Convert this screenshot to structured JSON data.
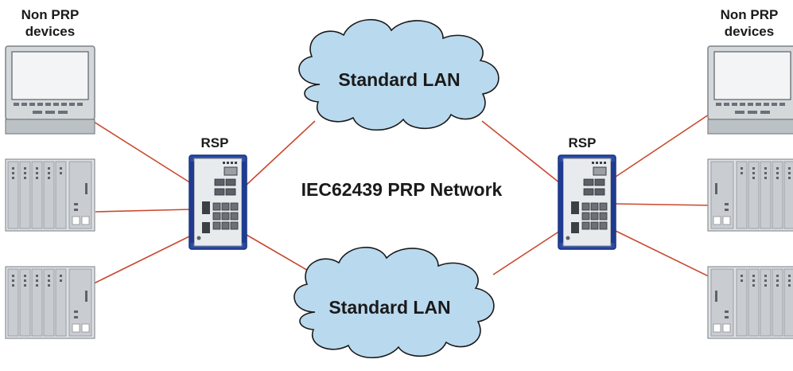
{
  "labels": {
    "non_prp_left_line1": "Non PRP",
    "non_prp_left_line2": "devices",
    "non_prp_right_line1": "Non PRP",
    "non_prp_right_line2": "devices",
    "rsp_left": "RSP",
    "rsp_right": "RSP",
    "network": "IEC62439 PRP Network",
    "lan_top": "Standard LAN",
    "lan_bottom": "Standard LAN"
  },
  "colors": {
    "link": "#c9492f",
    "cloud_fill": "#b9d9ee",
    "cloud_stroke": "#1a1a1a",
    "switch_body": "#2b4aa8",
    "device_grey": "#c8cdd2"
  },
  "icons": {
    "cloud": "cloud-icon",
    "switch": "rsp-switch-icon",
    "monitor": "monitor-icon",
    "plc": "plc-rack-icon"
  }
}
